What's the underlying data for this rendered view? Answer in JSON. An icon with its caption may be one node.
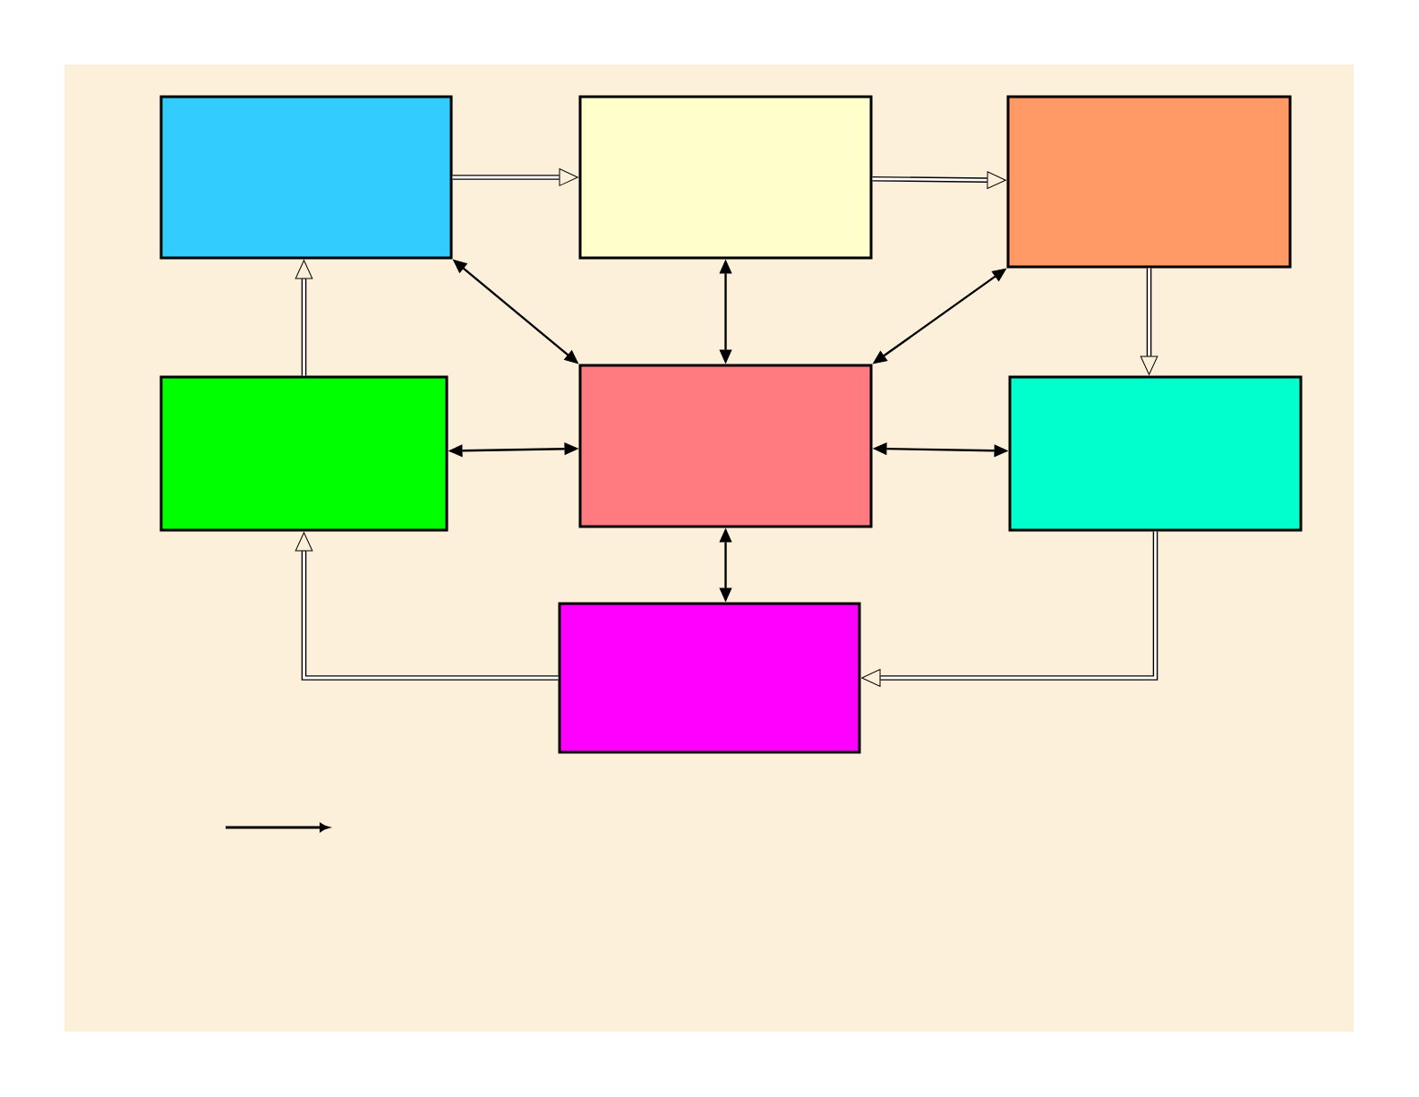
{
  "diagram": {
    "nodes": [
      {
        "text": [],
        "shape": "box"
      },
      {
        "text": [],
        "shape": "box"
      },
      {
        "text": [],
        "shape": "box"
      },
      {
        "text": [],
        "shape": "box"
      },
      {
        "text": [],
        "shape": "box"
      },
      {
        "text": [],
        "shape": "box"
      },
      {
        "text": [],
        "shape": "box"
      }
    ],
    "edges": [
      {
        "from": 0,
        "to": 1,
        "arrow": "to",
        "style": "thick"
      },
      {
        "from": 1,
        "to": 2,
        "arrow": "to",
        "style": "thick"
      },
      {
        "from": 2,
        "to": 5,
        "arrow": "to",
        "style": "thick"
      },
      {
        "from": 5,
        "to": 6,
        "arrow": "to",
        "style": "thick"
      },
      {
        "from": 6,
        "to": 3,
        "arrow": "to",
        "style": "thick"
      },
      {
        "from": 3,
        "to": 0,
        "arrow": "to",
        "style": "thick"
      },
      {
        "from": 4,
        "to": 0,
        "arrow": "both"
      },
      {
        "from": 4,
        "to": 1,
        "arrow": "both"
      },
      {
        "from": 4,
        "to": 2,
        "arrow": "both"
      },
      {
        "from": 4,
        "to": 3,
        "arrow": "both"
      },
      {
        "from": 4,
        "to": 5,
        "arrow": "both"
      },
      {
        "from": 4,
        "to": 6,
        "arrow": "both"
      }
    ]
  }
}
